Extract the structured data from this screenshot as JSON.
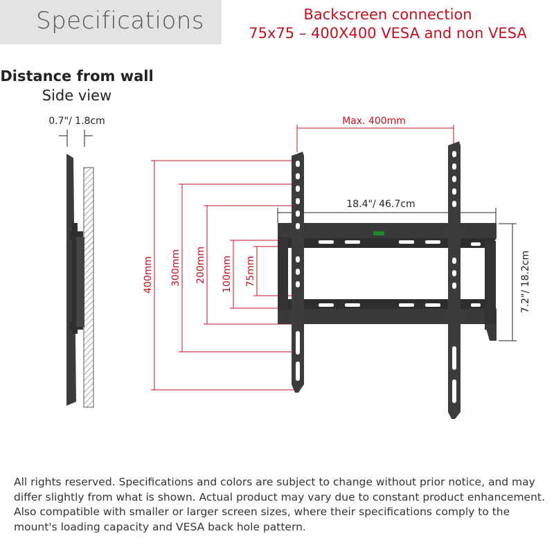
{
  "header": {
    "title": "Specifications",
    "backscreen_line1": "Backscreen connection",
    "backscreen_line2": "75x75 – 400X400 VESA and non VESA"
  },
  "side_view": {
    "title": "Distance from wall",
    "subtitle": "Side view",
    "depth_label": "0.7\"/ 1.8cm"
  },
  "front_view": {
    "max_label": "Max. 400mm",
    "width_label": "18.4\"/ 46.7cm",
    "height_label": "7.2\"/ 18.2cm",
    "vesa_labels": [
      "400mm",
      "300mm",
      "200mm",
      "100mm",
      "75mm"
    ]
  },
  "disclaimer": "All rights reserved. Specifications and colors are subject to change without prior notice, and may differ slightly from what is shown. Actual product may vary due to constant product enhancement. Also compatible with smaller or larger screen sizes, where their specifications comply to the mount's loading capacity and VESA back hole pattern.",
  "colors": {
    "accent": "#c1121f",
    "metal": "#3c3c3c"
  }
}
